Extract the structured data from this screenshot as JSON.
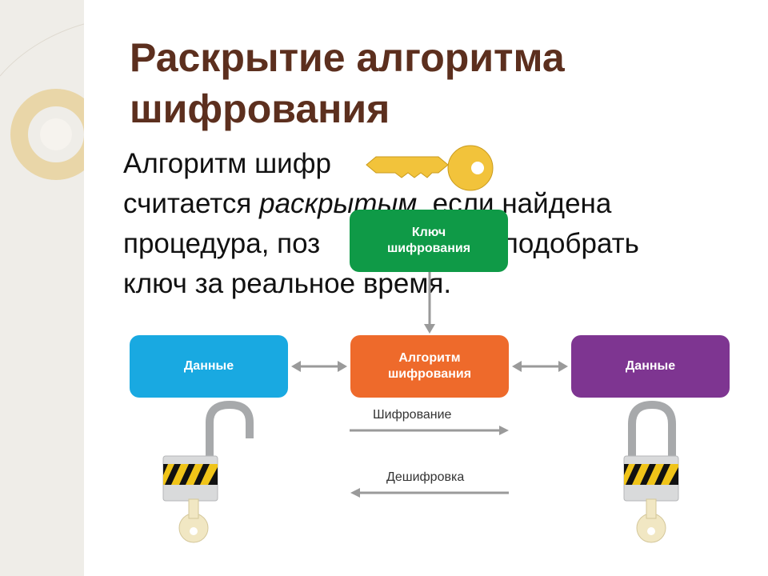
{
  "slide": {
    "title_line1": "Раскрытие алгоритма",
    "title_line2": "шифрования",
    "body_prefix": "Алгоритм шифр",
    "body_line2a": "считается ",
    "body_italic": "раскрытым",
    "body_line2b": ", если найдена",
    "body_line3a": "процедура, поз",
    "body_line3b": "я подобрать",
    "body_line4": "ключ за реальное время."
  },
  "diagram": {
    "key_box_line1": "Ключ",
    "key_box_line2": "шифрования",
    "alg_box_line1": "Алгоритм",
    "alg_box_line2": "шифрования",
    "left_box": "Данные",
    "right_box": "Данные",
    "encrypt_label": "Шифрование",
    "decrypt_label": "Дешифровка"
  },
  "colors": {
    "title": "#5c2f1e",
    "key_box": "#0f9a47",
    "alg_box": "#ee6a2b",
    "data_left": "#19a9e1",
    "data_right": "#7e3591",
    "key_gold": "#f2c33b"
  }
}
